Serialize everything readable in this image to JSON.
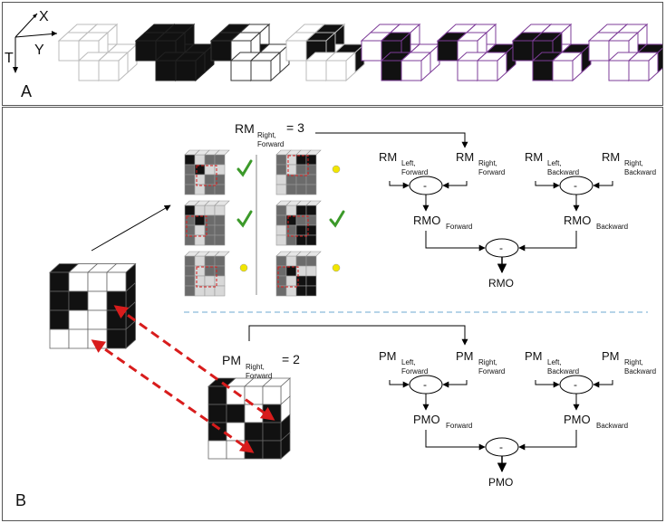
{
  "panel_a": {
    "label": "A",
    "axes": {
      "x": "X",
      "y": "Y",
      "t": "T"
    },
    "cube_sets": [
      {
        "black": [],
        "outline": "#bbbbbb"
      },
      {
        "black": [
          "TLF",
          "TRF",
          "TLB",
          "TRB",
          "BLF",
          "BRF",
          "BLB",
          "BRB"
        ],
        "outline": "#222222"
      },
      {
        "black": [
          "TLF",
          "TLB",
          "BLB"
        ],
        "outline": "#333333"
      },
      {
        "black": [
          "TRF",
          "TRB",
          "BRB"
        ],
        "outline": "#bbbbbb"
      },
      {
        "black": [
          "TRF",
          "BLF"
        ],
        "outline": "#7d3c98"
      },
      {
        "black": [
          "TLF",
          "BRB"
        ],
        "outline": "#7d3c98"
      },
      {
        "black": [
          "TLF",
          "TRF",
          "BLF",
          "BRB"
        ],
        "outline": "#7d3c98"
      },
      {
        "black": [
          "BLB",
          "BRB"
        ],
        "outline": "#7d3c98"
      }
    ]
  },
  "panel_b": {
    "label": "B",
    "rm_eq": {
      "main": "RM",
      "sub1": "Right,",
      "sub2": "Forward",
      "value": "= 3"
    },
    "pm_eq": {
      "main": "PM",
      "sub1": "Right,",
      "sub2": "Forward",
      "value": "= 2"
    },
    "rm_tree": {
      "inputs": [
        {
          "main": "RM",
          "sub1": "Left,",
          "sub2": "Forward"
        },
        {
          "main": "RM",
          "sub1": "Right,",
          "sub2": "Forward"
        },
        {
          "main": "RM",
          "sub1": "Left,",
          "sub2": "Backward"
        },
        {
          "main": "RM",
          "sub1": "Right,",
          "sub2": "Backward"
        }
      ],
      "op": "-",
      "mid": [
        {
          "main": "RMO",
          "sub": "Forward"
        },
        {
          "main": "RMO",
          "sub": "Backward"
        }
      ],
      "output": "RMO"
    },
    "pm_tree": {
      "inputs": [
        {
          "main": "PM",
          "sub1": "Left,",
          "sub2": "Forward"
        },
        {
          "main": "PM",
          "sub1": "Right,",
          "sub2": "Forward"
        },
        {
          "main": "PM",
          "sub1": "Left,",
          "sub2": "Backward"
        },
        {
          "main": "PM",
          "sub1": "Right,",
          "sub2": "Backward"
        }
      ],
      "op": "-",
      "mid": [
        {
          "main": "PMO",
          "sub": "Forward"
        },
        {
          "main": "PMO",
          "sub": "Backward"
        }
      ],
      "output": "PMO"
    },
    "checks": [
      "check",
      "dot",
      "check",
      "check",
      "dot",
      "dot"
    ],
    "colors": {
      "check": "#3c9a2a",
      "dot": "#f2e600",
      "dashed_red": "#d81c1c",
      "divider": "#6ea8d0"
    }
  }
}
